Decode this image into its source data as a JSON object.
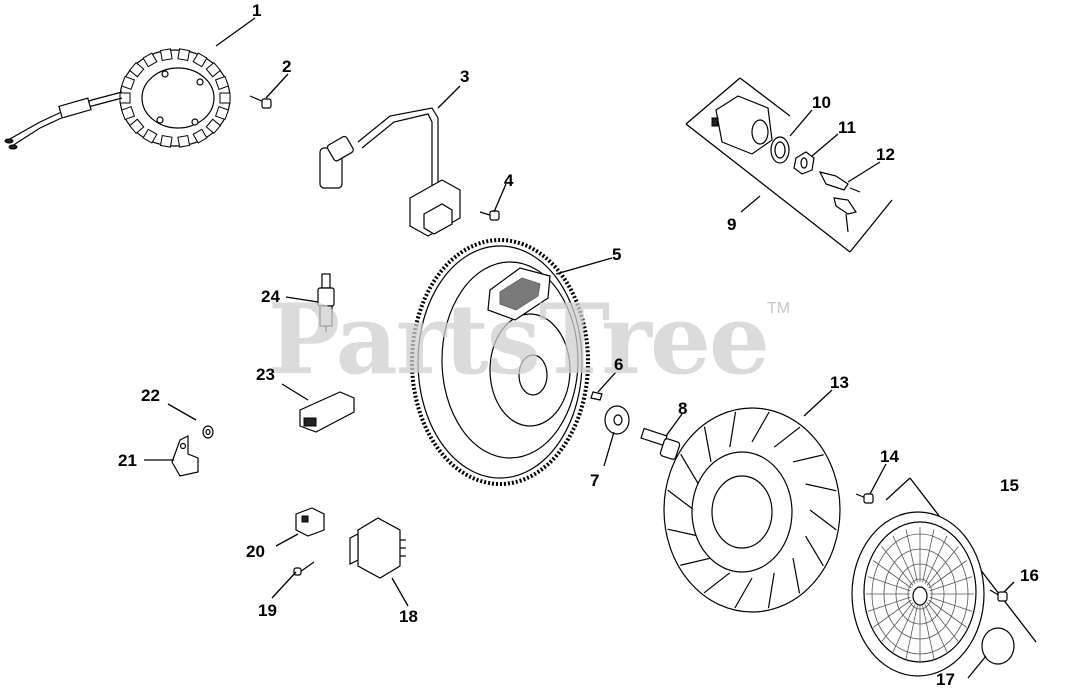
{
  "watermark": {
    "brand": "PartsTree",
    "trademark": "TM"
  },
  "callouts": [
    {
      "id": "1",
      "label": "1"
    },
    {
      "id": "2",
      "label": "2"
    },
    {
      "id": "3",
      "label": "3"
    },
    {
      "id": "4",
      "label": "4"
    },
    {
      "id": "5",
      "label": "5"
    },
    {
      "id": "6",
      "label": "6"
    },
    {
      "id": "7",
      "label": "7"
    },
    {
      "id": "8",
      "label": "8"
    },
    {
      "id": "9",
      "label": "9"
    },
    {
      "id": "10",
      "label": "10"
    },
    {
      "id": "11",
      "label": "11"
    },
    {
      "id": "12",
      "label": "12"
    },
    {
      "id": "13",
      "label": "13"
    },
    {
      "id": "14",
      "label": "14"
    },
    {
      "id": "15",
      "label": "15"
    },
    {
      "id": "16",
      "label": "16"
    },
    {
      "id": "17",
      "label": "17"
    },
    {
      "id": "18",
      "label": "18"
    },
    {
      "id": "19",
      "label": "19"
    },
    {
      "id": "20",
      "label": "20"
    },
    {
      "id": "21",
      "label": "21"
    },
    {
      "id": "22",
      "label": "22"
    },
    {
      "id": "23",
      "label": "23"
    },
    {
      "id": "24",
      "label": "24"
    }
  ]
}
